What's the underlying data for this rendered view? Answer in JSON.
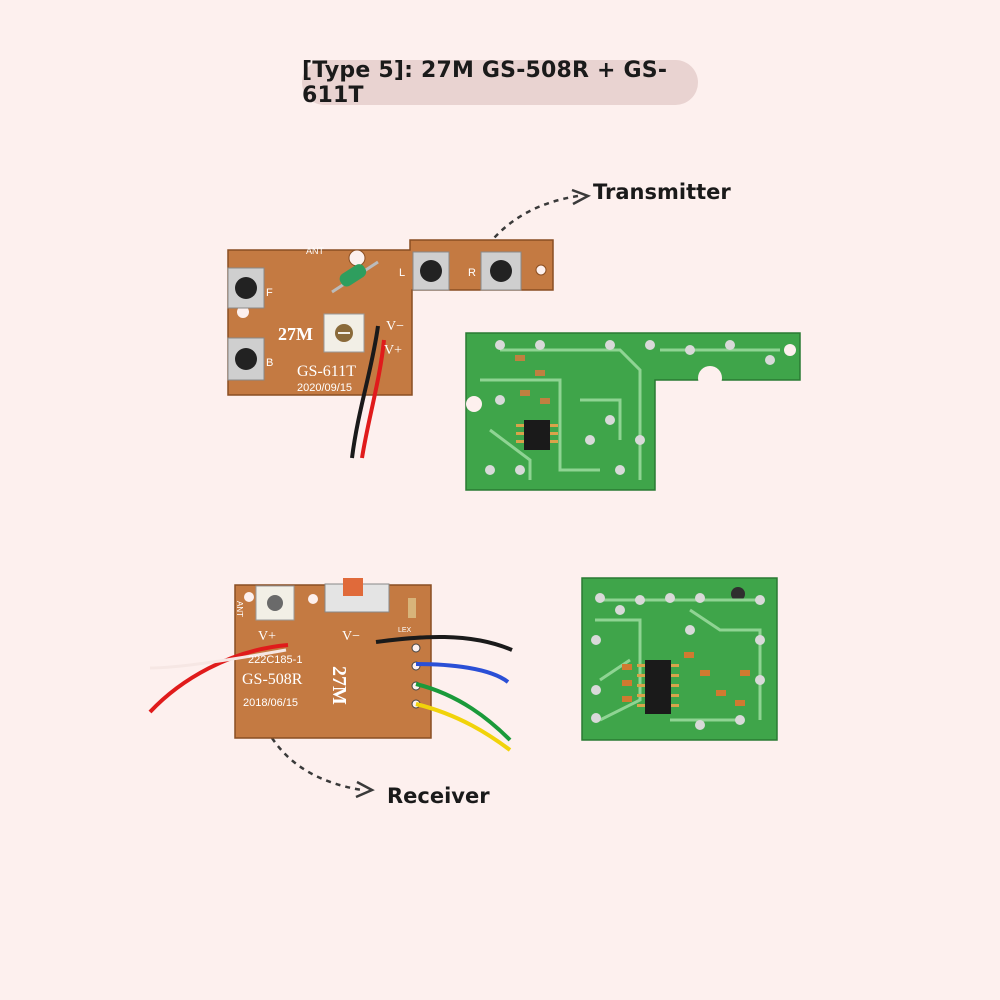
{
  "title": "[Type 5]: 27M GS-508R + GS-611T",
  "callouts": {
    "transmitter": "Transmitter",
    "receiver": "Receiver"
  },
  "transmitter_board": {
    "ant": "ANT",
    "btn_f": "F",
    "btn_b": "B",
    "btn_l": "L",
    "btn_r": "R",
    "freq": "27M",
    "vminus": "V−",
    "vplus": "V+",
    "model": "GS-611T",
    "date": "2020/09/15"
  },
  "receiver_board": {
    "ant": "ANT",
    "vplus": "V+",
    "vminus": "V−",
    "part": "222C185-1",
    "model": "GS-508R",
    "date": "2018/06/15",
    "freq": "27M",
    "lex": "LEX"
  },
  "colors": {
    "background": "#fdf0ee",
    "pill": "#e9d3d1",
    "pcb_brown": "#c47a42",
    "pcb_green": "#3fa54a",
    "wire_red": "#e01b1b",
    "wire_black": "#1a1a1a",
    "wire_blue": "#2a4fd6",
    "wire_green": "#1a9a3a",
    "wire_yellow": "#f1d30a"
  }
}
